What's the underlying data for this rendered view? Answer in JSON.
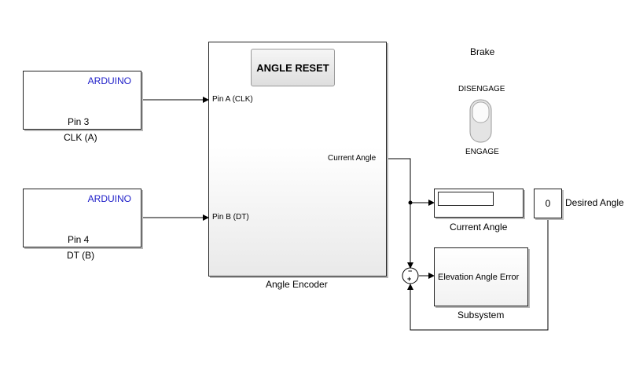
{
  "source_pin3": {
    "brand": "ARDUINO",
    "pin_label": "Pin 3",
    "caption": "CLK (A)"
  },
  "source_pin4": {
    "brand": "ARDUINO",
    "pin_label": "Pin 4",
    "caption": "DT (B)"
  },
  "encoder": {
    "reset_button": "ANGLE RESET",
    "port_a": "Pin A (CLK)",
    "port_b": "Pin B (DT)",
    "output_port": "Current Angle",
    "caption": "Angle Encoder"
  },
  "brake": {
    "title": "Brake",
    "top_label": "DISENGAGE",
    "bottom_label": "ENGAGE"
  },
  "display": {
    "caption": "Current Angle"
  },
  "desired": {
    "value": "0",
    "caption": "Desired Angle"
  },
  "sum": {
    "minus": "−",
    "plus": "+"
  },
  "subsystem": {
    "content": "Elevation Angle Error",
    "caption": "Subsystem"
  }
}
